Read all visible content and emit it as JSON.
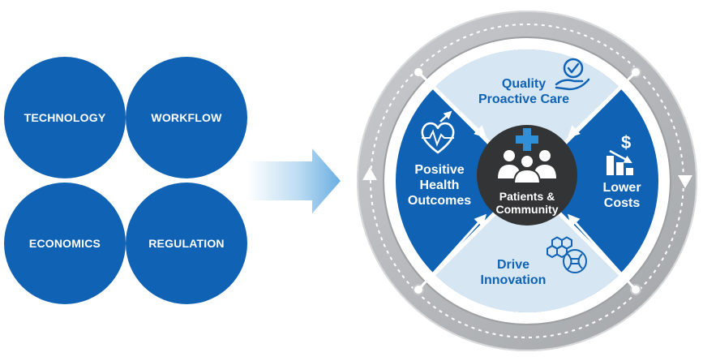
{
  "factors": {
    "technology": "TECHNOLOGY",
    "workflow": "WORKFLOW",
    "economics": "ECONOMICS",
    "regulation": "REGULATION"
  },
  "center": {
    "line1": "Patients &",
    "line2": "Community"
  },
  "quadrants": {
    "top": {
      "line1": "Quality",
      "line2": "Proactive Care"
    },
    "right": {
      "line1": "Lower",
      "line2": "Costs"
    },
    "bottom": {
      "line1": "Drive",
      "line2": "Innovation"
    },
    "left": {
      "line1": "Positive",
      "line2": "Health",
      "line3": "Outcomes"
    }
  },
  "icons": {
    "top": "hand-check-icon",
    "right": "dollar-chart-icon",
    "bottom": "dna-molecule-icon",
    "left": "heart-pulse-icon",
    "center": "people-group-icon"
  },
  "colors": {
    "primary_blue": "#1063b4",
    "light_blue": "#d6e6f3",
    "ring_gray": "#b3b6b9",
    "center_dark": "#333435",
    "arrow_light": "#9fcbea"
  }
}
